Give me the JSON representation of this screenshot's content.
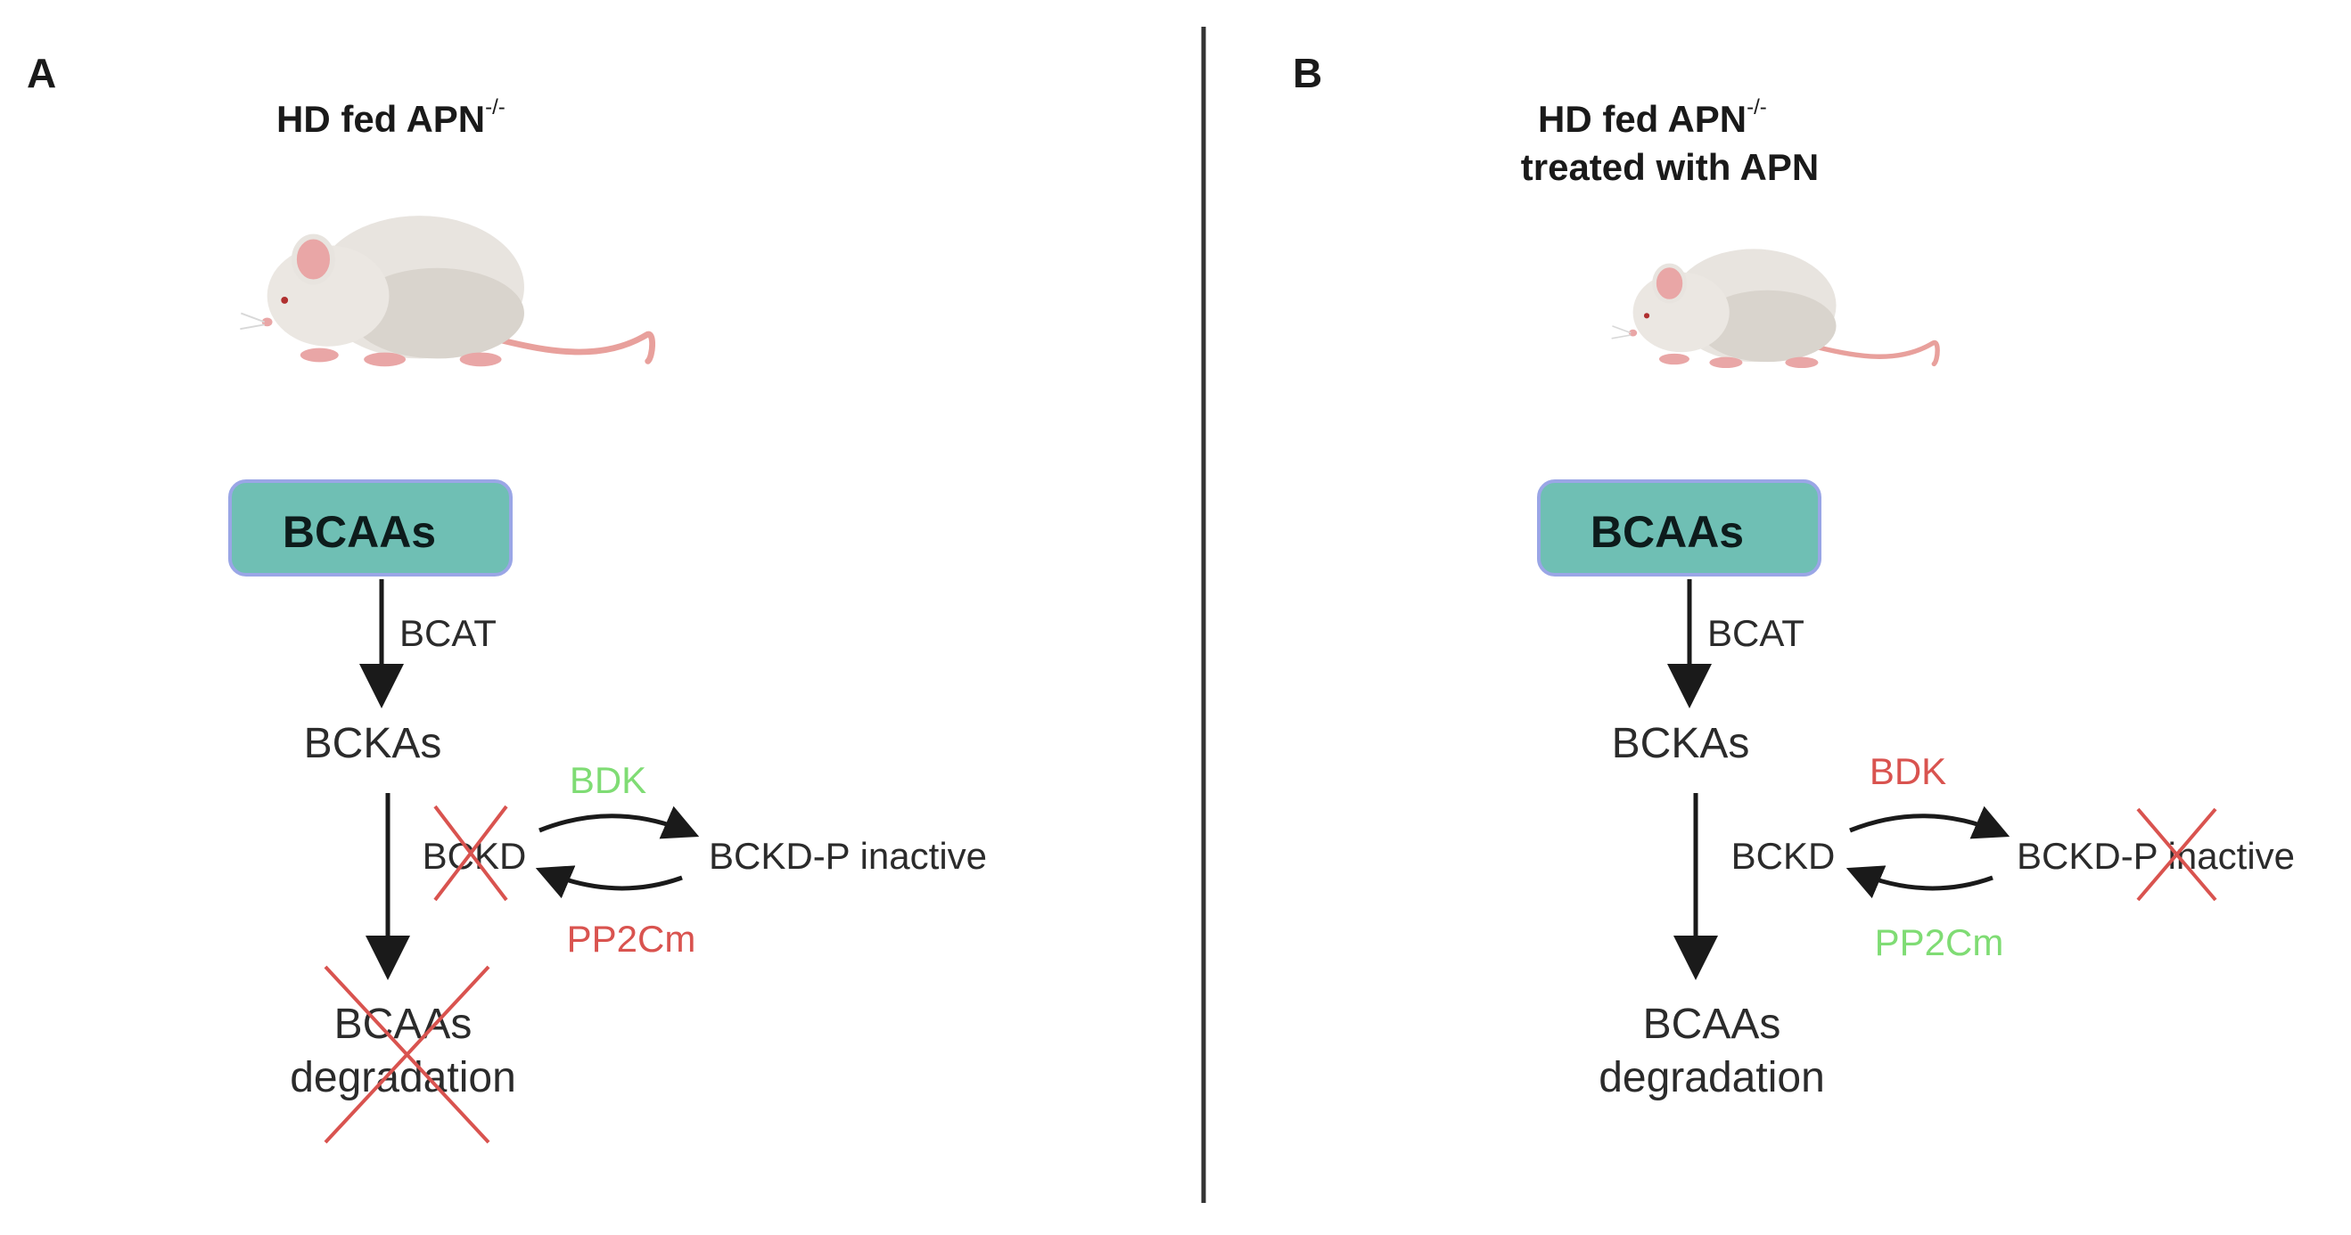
{
  "colors": {
    "box_fill": "#6fbfb4",
    "box_border": "#9aa6e6",
    "text": "#2b2b2b",
    "inhibited": "#d9534f",
    "activated": "#7fdc74",
    "cross": "#d9534f",
    "arrow": "#1a1a1a",
    "divider": "#333333",
    "mouse_body": "#e8e4df",
    "mouse_ear": "#e9a6a6",
    "mouse_tail": "#e8a09c"
  },
  "panel_a": {
    "letter": "A",
    "title_main": "HD fed APN",
    "title_sup": "-/-",
    "mouse_icon": "mouse-icon",
    "box_label": "BCAAs",
    "bcat": "BCAT",
    "bckas": "BCKAs",
    "bckd": "BCKD",
    "bckd_p": "BCKD-P inactive",
    "bdk": "BDK",
    "bdk_state": "activated",
    "pp2cm": "PP2Cm",
    "pp2cm_state": "inhibited",
    "degradation_line1": "BCAAs",
    "degradation_line2": "degradation",
    "crossed_out": [
      "BCKD",
      "BCAAs degradation"
    ]
  },
  "panel_b": {
    "letter": "B",
    "title_main": "HD fed APN",
    "title_sup": "-/-",
    "title_line2": "treated with APN",
    "mouse_icon": "mouse-icon",
    "box_label": "BCAAs",
    "bcat": "BCAT",
    "bckas": "BCKAs",
    "bckd": "BCKD",
    "bckd_p": "BCKD-P inactive",
    "bdk": "BDK",
    "bdk_state": "inhibited",
    "pp2cm": "PP2Cm",
    "pp2cm_state": "activated",
    "degradation_line1": "BCAAs",
    "degradation_line2": "degradation",
    "crossed_out": [
      "BCKD-P inactive"
    ]
  }
}
